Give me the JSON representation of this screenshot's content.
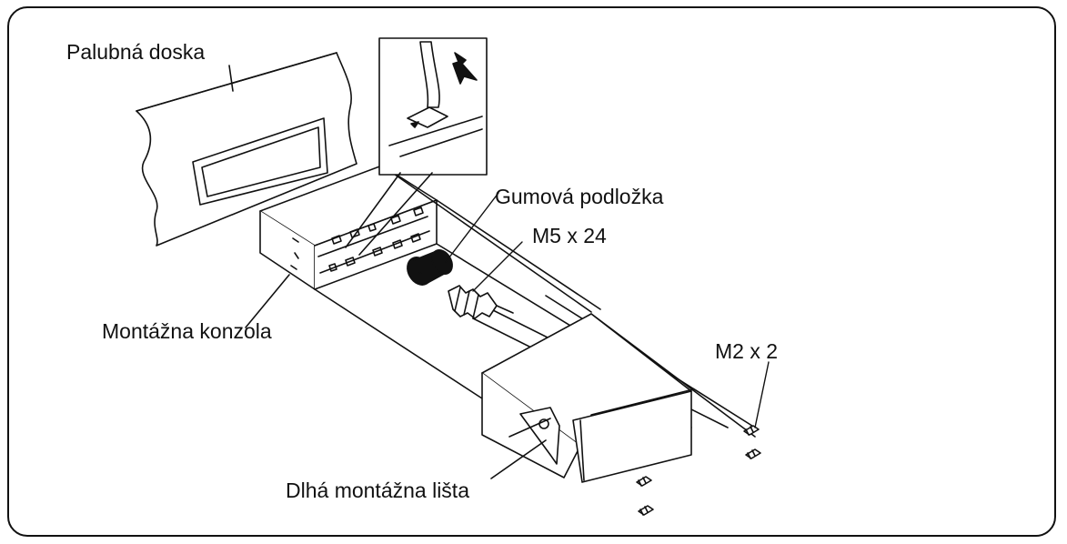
{
  "labels": {
    "dashboard": "Palubná doska",
    "rubber_washer": "Gumová podložka",
    "screw_m5": "M5 x 24",
    "mounting_bracket": "Montážna konzola",
    "screw_m2": "M2 x 2",
    "long_mounting_strip": "Dlhá montážna lišta"
  },
  "colors": {
    "line": "#111111",
    "background": "#ffffff"
  }
}
